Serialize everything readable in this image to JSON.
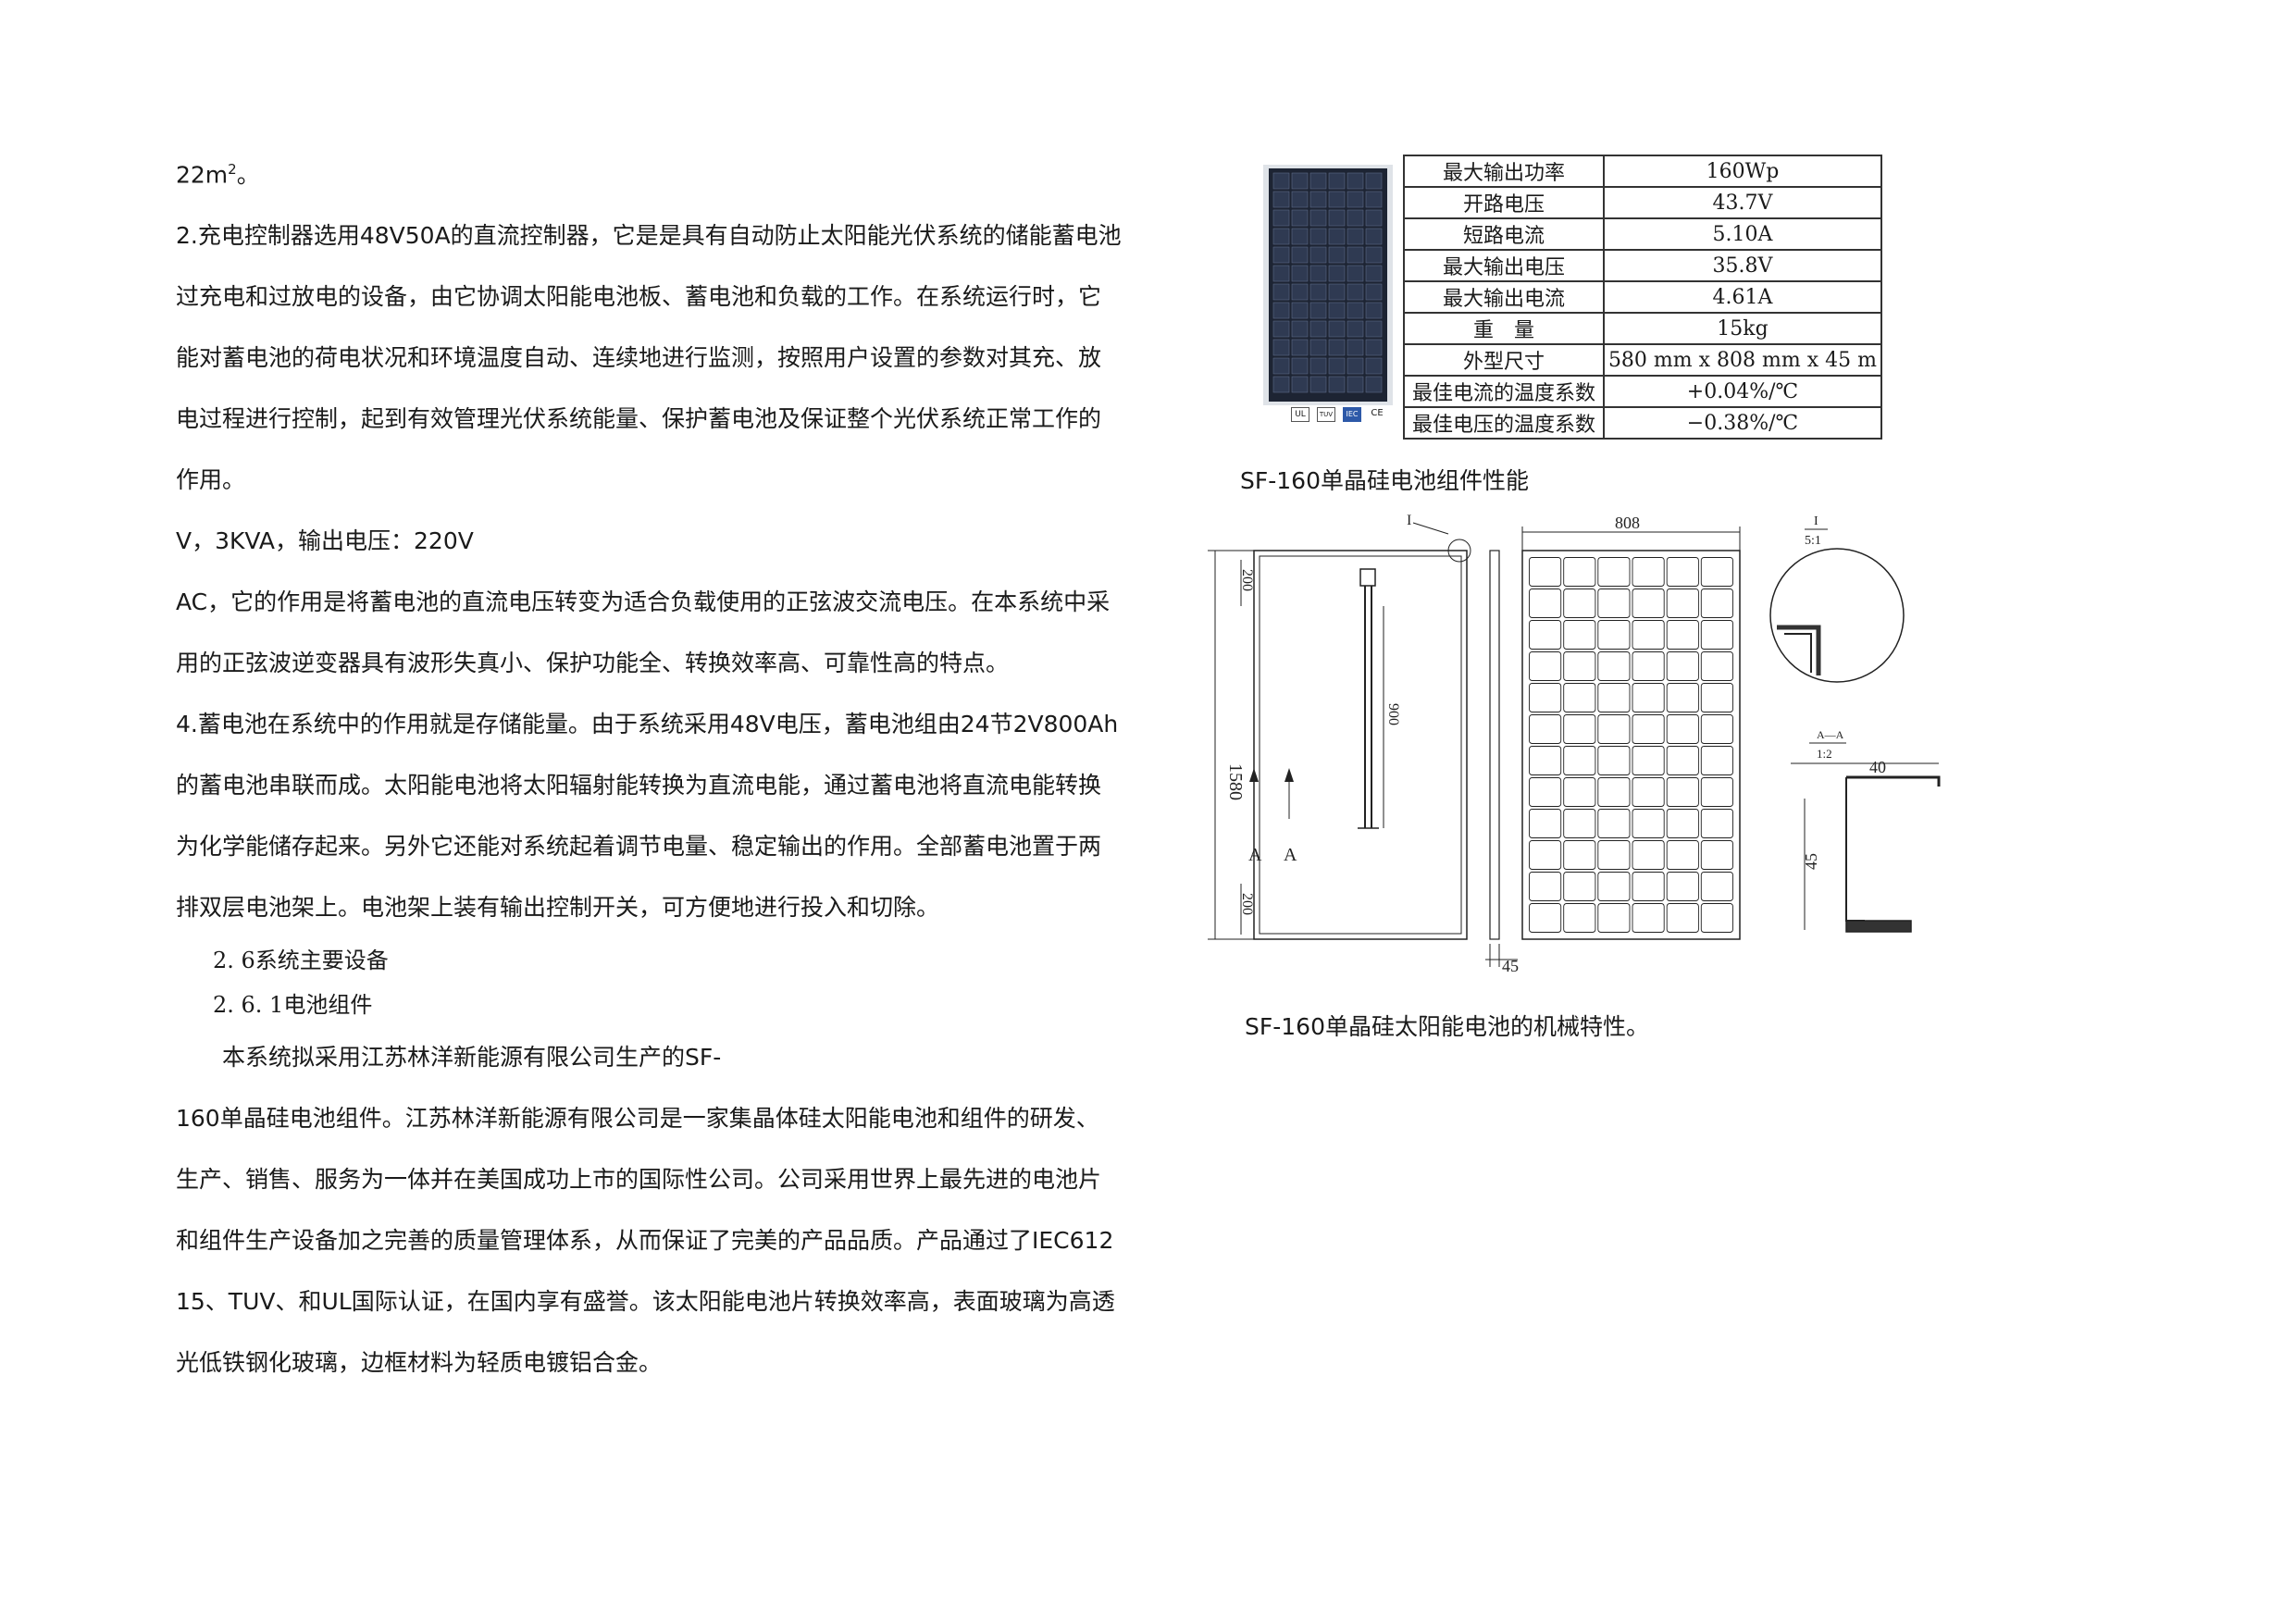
{
  "left_paragraphs": [
    {
      "text": "22m",
      "sup": "2",
      "after": "。"
    },
    {
      "text": "2.充电控制器选用48V50A的直流控制器，它是是具有自动防止太阳能光伏系统的储能蓄电池"
    },
    {
      "text": "过充电和过放电的设备，由它协调太阳能电池板、蓄电池和负载的工作。在系统运行时，它"
    },
    {
      "text": "能对蓄电池的荷电状况和环境温度自动、连续地进行监测，按照用户设置的参数对其充、放"
    },
    {
      "text": "电过程进行控制，起到有效管理光伏系统能量、保护蓄电池及保证整个光伏系统正常工作的"
    },
    {
      "text": "作用。"
    },
    {
      "text": "V，3KVA，输出电压：220V"
    },
    {
      "text": "AC，它的作用是将蓄电池的直流电压转变为适合负载使用的正弦波交流电压。在本系统中采"
    },
    {
      "text": "用的正弦波逆变器具有波形失真小、保护功能全、转换效率高、可靠性高的特点。"
    },
    {
      "text": "4.蓄电池在系统中的作用就是存储能量。由于系统采用48V电压，蓄电池组由24节2V800Ah"
    },
    {
      "text": "的蓄电池串联而成。太阳能电池将太阳辐射能转换为直流电能，通过蓄电池将直流电能转换"
    },
    {
      "text": "为化学能储存起来。另外它还能对系统起着调节电量、稳定输出的作用。全部蓄电池置于两"
    },
    {
      "text": "排双层电池架上。电池架上装有输出控制开关，可方便地进行投入和切除。"
    }
  ],
  "headings": [
    "2. 6系统主要设备",
    "2. 6. 1电池组件"
  ],
  "intro_line": "本系统拟采用江苏林洋新能源有限公司生产的SF-",
  "body_paragraphs": [
    "160单晶硅电池组件。江苏林洋新能源有限公司是一家集晶体硅太阳能电池和组件的研发、",
    "生产、销售、服务为一体并在美国成功上市的国际性公司。公司采用世界上最先进的电池片",
    "和组件生产设备加之完善的质量管理体系，从而保证了完美的产品品质。产品通过了IEC612",
    "15、TUV、和UL国际认证，在国内享有盛誉。该太阳能电池片转换效率高，表面玻璃为高透",
    "光低铁钢化玻璃，边框材料为轻质电镀铝合金。"
  ],
  "spec_table": [
    {
      "key": "最大输出功率",
      "value": "160Wp"
    },
    {
      "key": "开路电压",
      "value": "43.7V"
    },
    {
      "key": "短路电流",
      "value": "5.10A"
    },
    {
      "key": "最大输出电压",
      "value": "35.8V"
    },
    {
      "key": "最大输出电流",
      "value": "4.61A"
    },
    {
      "key": "重　量",
      "value": "15kg"
    },
    {
      "key": "外型尺寸",
      "value": "580 mm x 808 mm x 45 m"
    },
    {
      "key": "最佳电流的温度系数",
      "value": "+0.04%/℃"
    },
    {
      "key": "最佳电压的温度系数",
      "value": "−0.38%/℃"
    }
  ],
  "certs": [
    "UL",
    "TUV",
    "IEC",
    "CE"
  ],
  "caption_performance": "SF-160单晶硅电池组件性能",
  "caption_mechanical": "SF-160单晶硅太阳能电池的机械特性。",
  "drawing_labels": {
    "width": "808",
    "height": "1580",
    "top_margin": "200",
    "bottom_margin": "200",
    "box_length": "900",
    "frame_depth": "45",
    "section_a": "A",
    "detail_i": "I",
    "detail_scale": "5:1",
    "section_aa": "A—A",
    "section_scale": "1:2",
    "section_width": "40",
    "section_height": "45"
  }
}
